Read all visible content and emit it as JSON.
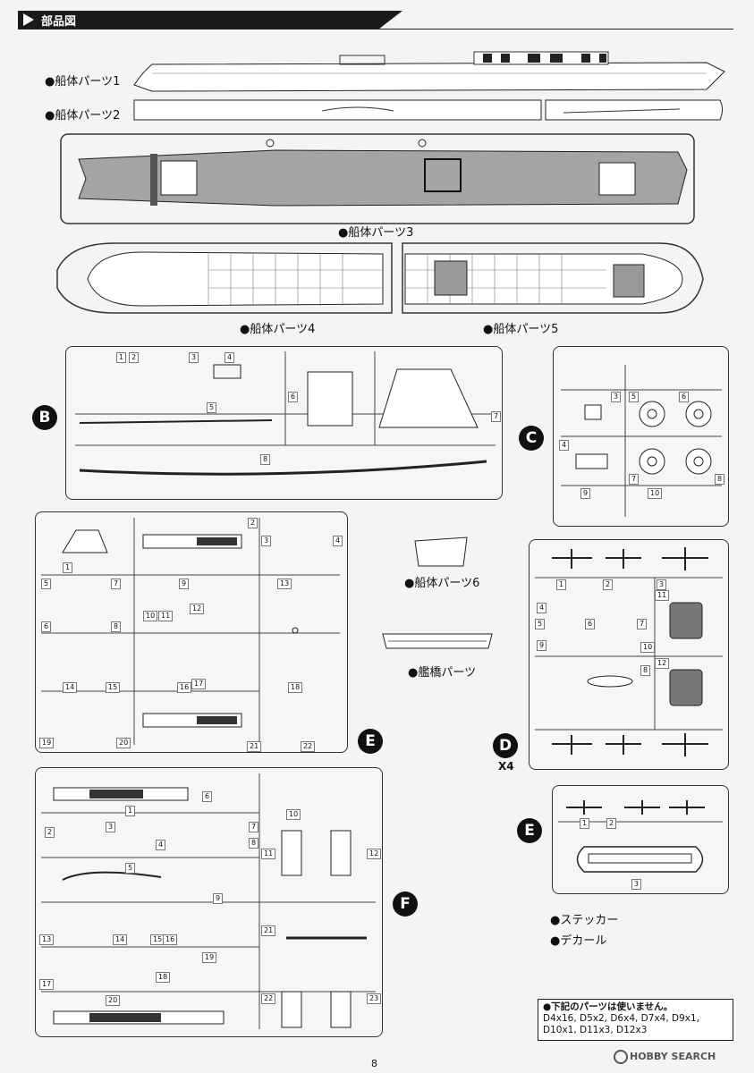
{
  "header": {
    "title": "部品図"
  },
  "hull_labels": {
    "p1": "●船体パーツ1",
    "p2": "●船体パーツ2",
    "p3": "●船体パーツ3",
    "p4": "●船体パーツ4",
    "p5": "●船体パーツ5",
    "p6": "●船体パーツ6",
    "bridge": "●艦橋パーツ"
  },
  "sprues": {
    "B": {
      "letter": "B",
      "numbers": [
        "1",
        "2",
        "3",
        "4",
        "5",
        "6",
        "7",
        "8"
      ]
    },
    "C": {
      "letter": "C",
      "numbers": [
        "3",
        "4",
        "5",
        "6",
        "7",
        "8",
        "9",
        "10"
      ]
    },
    "E_large": {
      "letter": "E",
      "numbers": [
        "1",
        "2",
        "3",
        "4",
        "5",
        "6",
        "7",
        "8",
        "9",
        "10",
        "11",
        "12",
        "13",
        "14",
        "15",
        "16",
        "17",
        "18",
        "19",
        "20",
        "21",
        "22"
      ]
    },
    "D": {
      "letter": "D",
      "multiplier": "X4",
      "numbers": [
        "1",
        "2",
        "3",
        "4",
        "5",
        "6",
        "7",
        "8",
        "9",
        "10",
        "11",
        "12"
      ]
    },
    "F": {
      "letter": "F",
      "numbers": [
        "1",
        "2",
        "3",
        "4",
        "5",
        "6",
        "7",
        "8",
        "9",
        "10",
        "11",
        "12",
        "13",
        "14",
        "15",
        "16",
        "17",
        "18",
        "19",
        "20",
        "21",
        "22",
        "23"
      ]
    },
    "E_small": {
      "letter": "E",
      "numbers": [
        "1",
        "2",
        "3"
      ]
    }
  },
  "extras": {
    "sticker": "●ステッカー",
    "decal": "●デカール"
  },
  "note": {
    "heading": "●下記のパーツは使いません。",
    "line1": "D4x16, D5x2, D6x4, D7x4, D9x1,",
    "line2": "D10x1, D11x3, D12x3"
  },
  "page_number": "8",
  "watermark": "HOBBY SEARCH"
}
